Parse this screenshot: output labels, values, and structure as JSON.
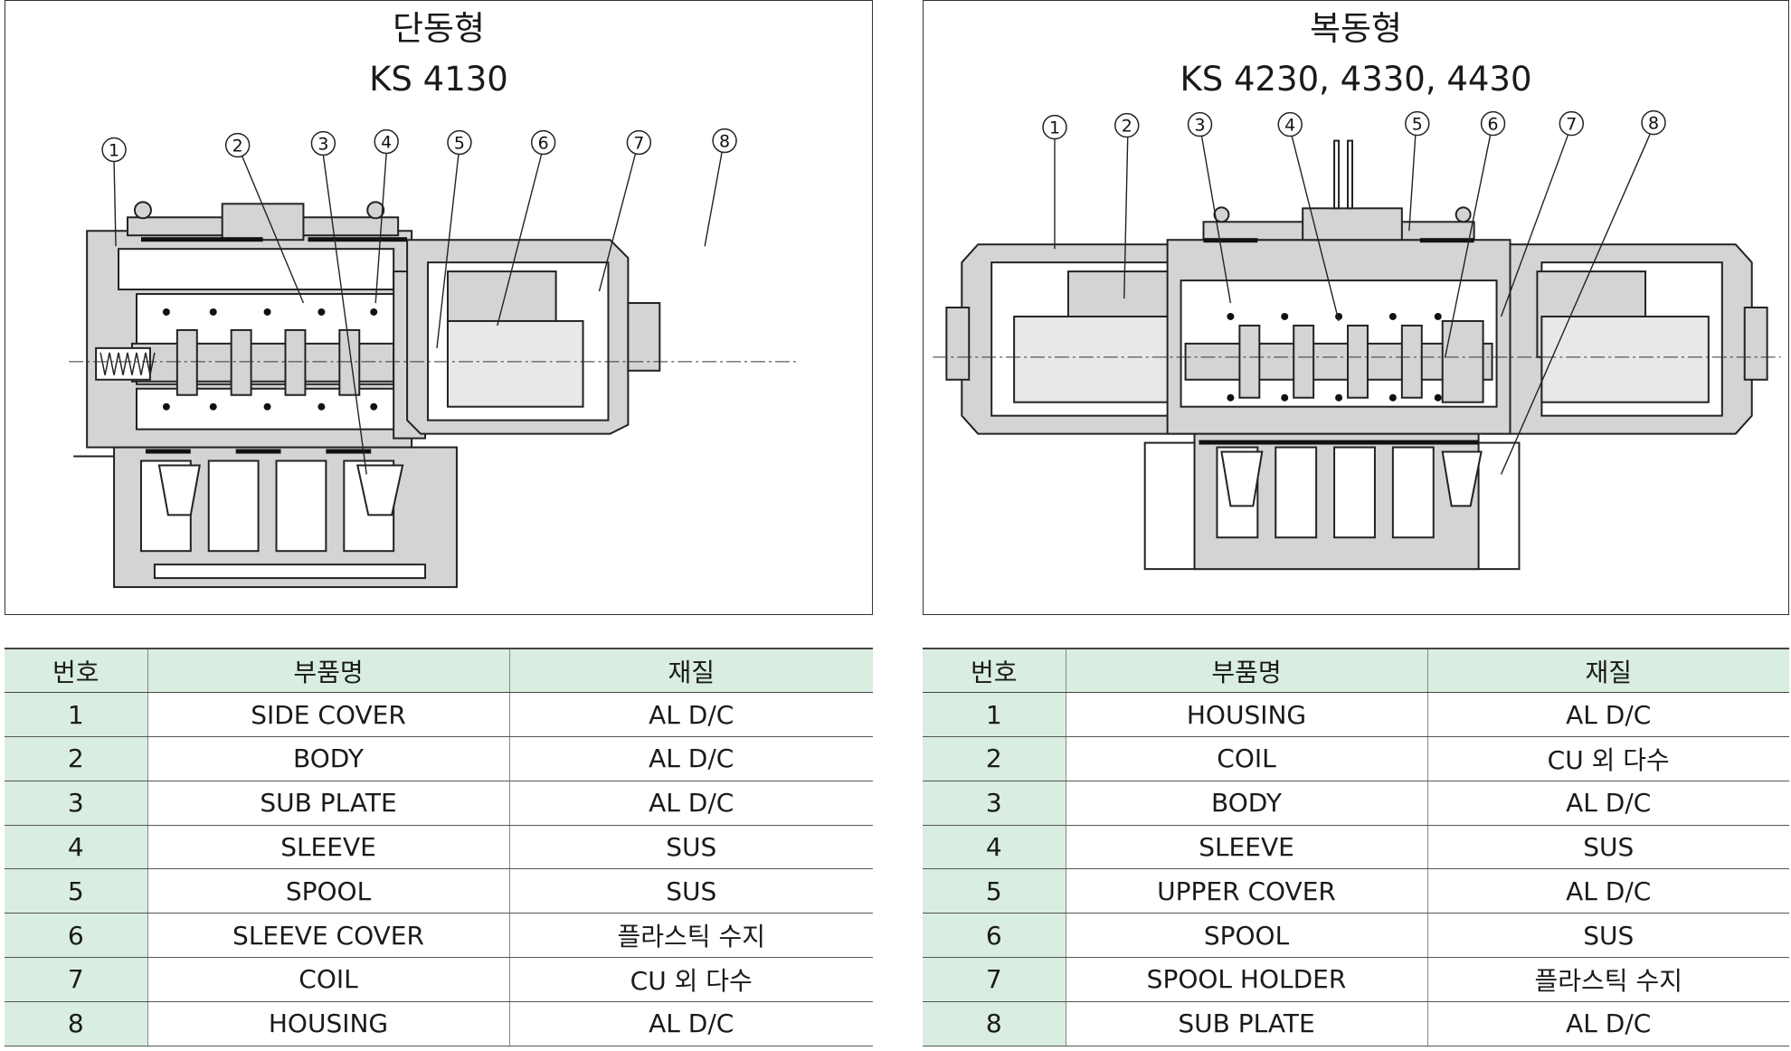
{
  "left": {
    "title": "단동형",
    "model": "KS 4130",
    "callouts": [
      "1",
      "2",
      "3",
      "4",
      "5",
      "6",
      "7",
      "8"
    ],
    "headers": [
      "번호",
      "부품명",
      "재질"
    ],
    "rows": [
      {
        "no": "1",
        "name": "SIDE COVER",
        "material": "AL D/C"
      },
      {
        "no": "2",
        "name": "BODY",
        "material": "AL D/C"
      },
      {
        "no": "3",
        "name": "SUB PLATE",
        "material": "AL D/C"
      },
      {
        "no": "4",
        "name": "SLEEVE",
        "material": "SUS"
      },
      {
        "no": "5",
        "name": "SPOOL",
        "material": "SUS"
      },
      {
        "no": "6",
        "name": "SLEEVE COVER",
        "material": "플라스틱 수지"
      },
      {
        "no": "7",
        "name": "COIL",
        "material": "CU 외 다수"
      },
      {
        "no": "8",
        "name": "HOUSING",
        "material": "AL D/C"
      }
    ]
  },
  "right": {
    "title": "복동형",
    "model": "KS 4230, 4330, 4430",
    "callouts": [
      "1",
      "2",
      "3",
      "4",
      "5",
      "6",
      "7",
      "8"
    ],
    "headers": [
      "번호",
      "부품명",
      "재질"
    ],
    "rows": [
      {
        "no": "1",
        "name": "HOUSING",
        "material": "AL D/C"
      },
      {
        "no": "2",
        "name": "COIL",
        "material": "CU 외 다수"
      },
      {
        "no": "3",
        "name": "BODY",
        "material": "AL D/C"
      },
      {
        "no": "4",
        "name": "SLEEVE",
        "material": "SUS"
      },
      {
        "no": "5",
        "name": "UPPER COVER",
        "material": "AL D/C"
      },
      {
        "no": "6",
        "name": "SPOOL",
        "material": "SUS"
      },
      {
        "no": "7",
        "name": "SPOOL HOLDER",
        "material": "플라스틱 수지"
      },
      {
        "no": "8",
        "name": "SUB PLATE",
        "material": "AL D/C"
      }
    ]
  },
  "colors": {
    "header_bg": "#d9ede0",
    "part_fill": "#d4d4d4",
    "line": "#222222"
  }
}
